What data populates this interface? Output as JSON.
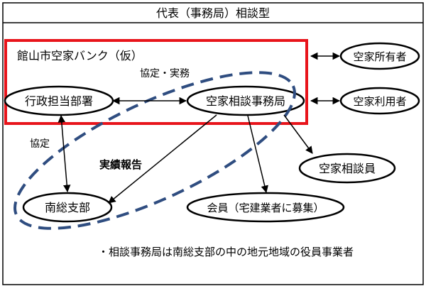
{
  "header": {
    "title": "代表（事務局）相談型"
  },
  "group_box": {
    "label": "館山市空家バンク（仮）"
  },
  "nodes": {
    "gyosei": "行政担当部署",
    "jimukyoku": "空家相談事務局",
    "owner": "空家所有者",
    "user": "空家利用者",
    "soudanin": "空家相談員",
    "nanso": "南総支部",
    "kaiin": "会員（宅建業者に募集）"
  },
  "edge_labels": {
    "kyotei_jitsumu": "協定・実務",
    "kyotei": "協定",
    "jisseki": "実績報告"
  },
  "footer": {
    "note": "・相談事務局は南総支部の中の地元地域の役員事業者"
  },
  "colors": {
    "group_border": "#e8141b",
    "dashed_ellipse": "#2f4d80",
    "line": "#000000"
  }
}
